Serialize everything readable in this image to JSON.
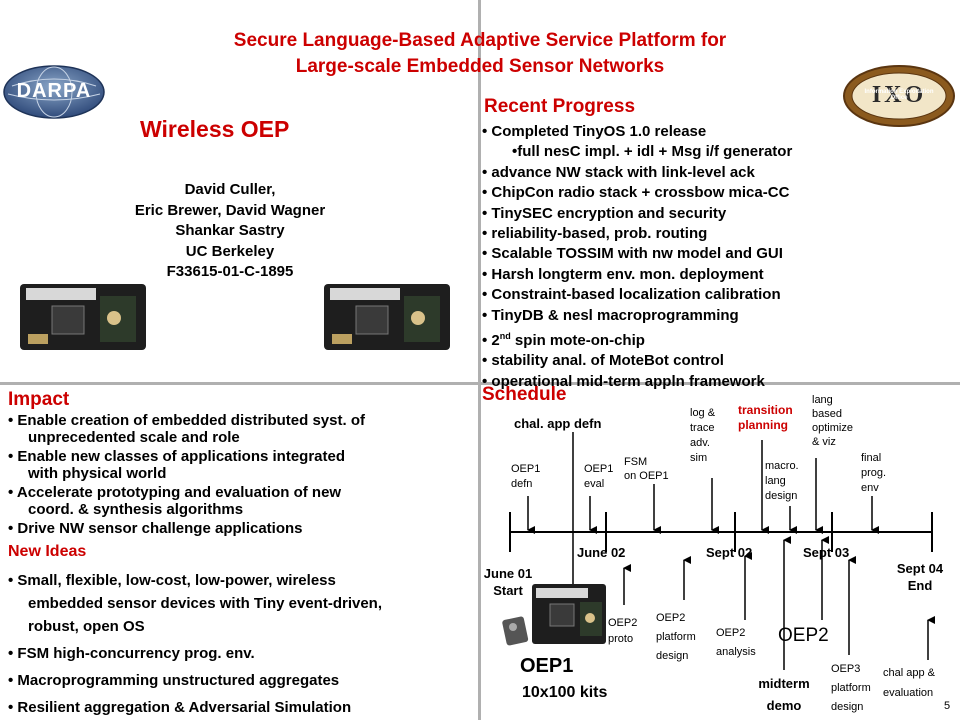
{
  "header": {
    "title_line1": "Secure Language-Based Adaptive Service Platform for",
    "title_line2": "Large-scale Embedded Sensor Networks",
    "left_logo_text": "DARPA",
    "right_logo_text": "Information Exploitation Office",
    "right_logo_mark": "IXO"
  },
  "project": {
    "name": "Wireless OEP",
    "people": [
      "David Culler,",
      "Eric Brewer, David Wagner",
      "Shankar Sastry",
      "UC Berkeley",
      "F33615-01-C-1895"
    ]
  },
  "recent_progress": {
    "heading": "Recent Progress",
    "items": [
      "• Completed TinyOS 1.0 release",
      "•full nesC impl. + idl + Msg i/f generator",
      "• advance NW stack with link-level ack",
      "• ChipCon radio stack + crossbow mica-CC",
      "• TinySEC encryption and security",
      "• reliability-based, prob. routing",
      "• Scalable TOSSIM with nw model and GUI",
      "• Harsh longterm env. mon. deployment",
      "• Constraint-based localization calibration",
      "• TinyDB & nesl macroprogramming",
      "• 2",
      "• stability anal. of MoteBot control",
      "• operational mid-term appln framework"
    ],
    "superscript": "nd",
    "spin_rest": " spin mote-on-chip"
  },
  "impact": {
    "heading": "Impact",
    "items": [
      "• Enable creation of embedded distributed syst. of",
      "unprecedented scale and role",
      "• Enable new classes of applications integrated",
      "with physical world",
      "• Accelerate prototyping and evaluation of new",
      "coord. & synthesis algorithms",
      "• Drive NW sensor challenge applications"
    ]
  },
  "new_ideas": {
    "heading": "New Ideas",
    "items": [
      "• Small, flexible, low-cost, low-power, wireless",
      "embedded sensor devices with Tiny event-driven,",
      "robust, open OS",
      "• FSM high-concurrency prog. env.",
      "• Macroprogramming unstructured aggregates",
      "• Resilient aggregation  & Adversarial Simulation"
    ]
  },
  "schedule": {
    "heading": "Schedule",
    "axis": [
      "June 02",
      "Sept 02",
      "Sept 03"
    ],
    "start": [
      "June 01",
      "Start"
    ],
    "end": [
      "Sept 04",
      "End"
    ],
    "top_labels": {
      "chal": "chal. app defn",
      "oep1defn": [
        "OEP1",
        "defn"
      ],
      "oep1eval": [
        "OEP1",
        "eval"
      ],
      "fsm": [
        "FSM",
        "on OEP1"
      ],
      "log": [
        "log &",
        "trace",
        "adv.",
        "sim"
      ],
      "transition": [
        "transition",
        "planning"
      ],
      "macro": [
        "macro.",
        "lang",
        "design"
      ],
      "lang": [
        "lang",
        "based",
        "optimize",
        "&  viz"
      ],
      "final": [
        "final",
        "prog.",
        "env"
      ]
    },
    "bottom_labels": {
      "oep2proto": [
        "OEP2",
        "proto"
      ],
      "oep2platform": [
        "OEP2",
        "platform",
        "design"
      ],
      "oep2analysis": [
        "OEP2",
        "analysis"
      ],
      "oep2big": "OEP2",
      "midterm": [
        "midterm",
        "demo"
      ],
      "oep3": [
        "OEP3",
        "platform",
        "design"
      ],
      "chalapp": [
        "chal app &",
        "evaluation"
      ],
      "oep1big": "OEP1",
      "kits": "10x100 kits"
    }
  },
  "page_number": "5",
  "colors": {
    "title_red": "#cc0000",
    "divider": "#b0b0b0"
  }
}
